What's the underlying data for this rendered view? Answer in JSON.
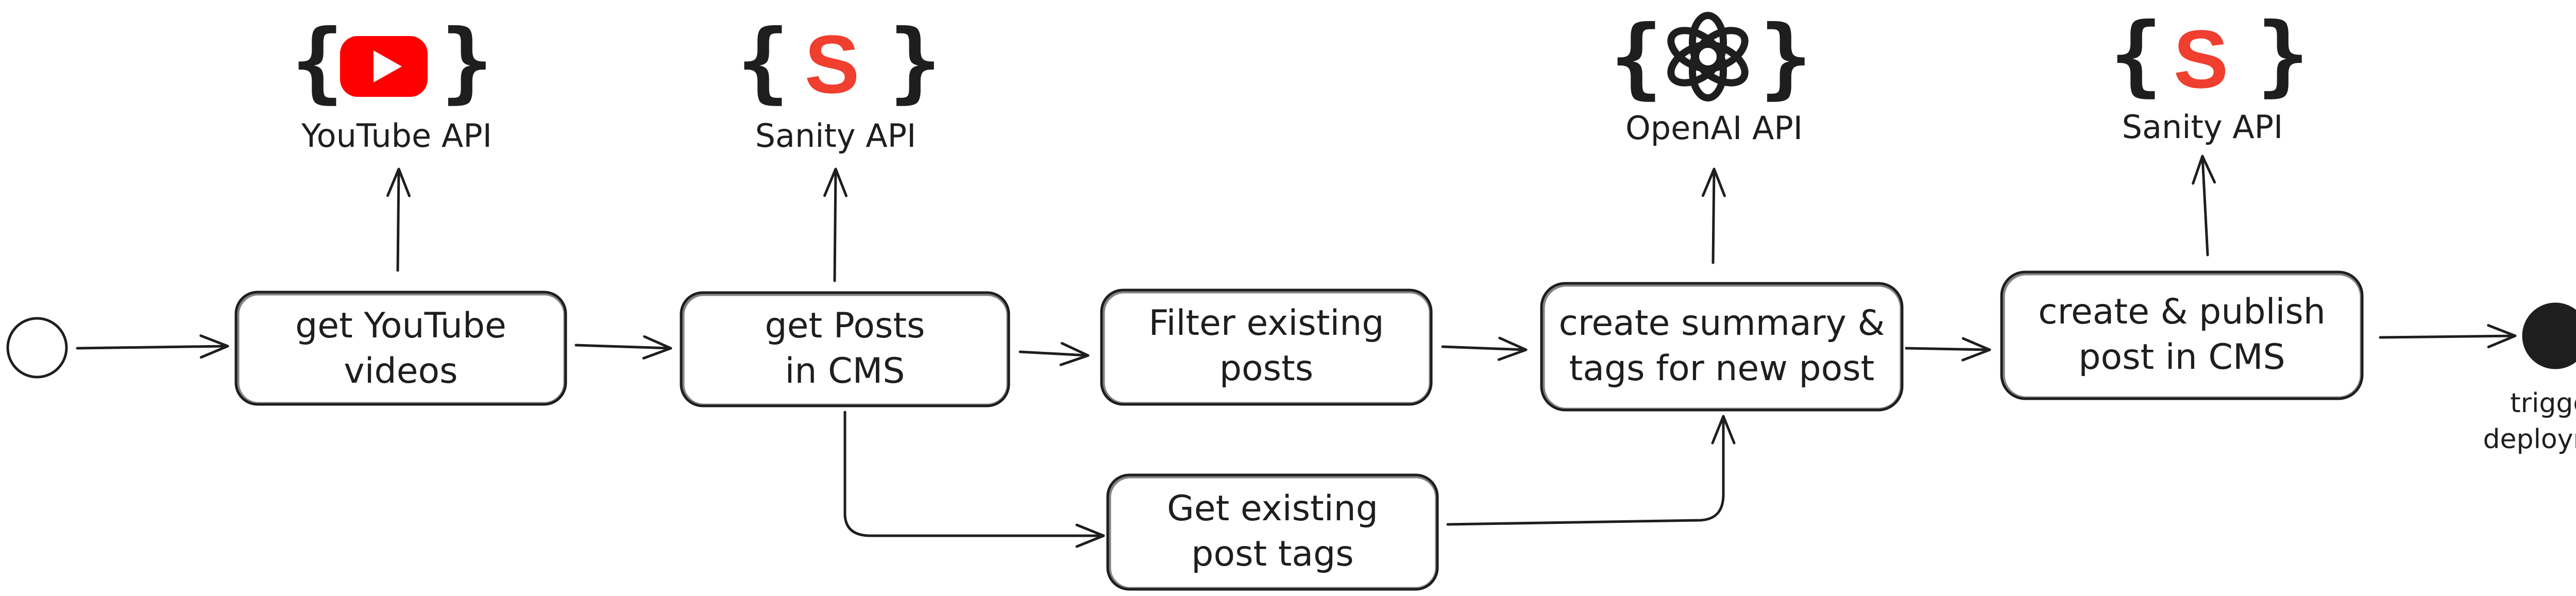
{
  "diagram": {
    "steps": [
      {
        "id": "get-youtube-videos",
        "lines": [
          "get YouTube",
          "videos"
        ]
      },
      {
        "id": "get-posts-in-cms",
        "lines": [
          "get Posts",
          "in CMS"
        ]
      },
      {
        "id": "filter-existing-posts",
        "lines": [
          "Filter existing",
          "posts"
        ]
      },
      {
        "id": "create-summary-tags",
        "lines": [
          "create summary &",
          "tags for new post"
        ]
      },
      {
        "id": "create-publish-post",
        "lines": [
          "create & publish",
          "post in CMS"
        ]
      },
      {
        "id": "get-existing-post-tags",
        "lines": [
          "Get existing",
          "post tags"
        ]
      }
    ],
    "apis": [
      {
        "id": "youtube-api",
        "label": "YouTube API",
        "icon": "youtube-icon"
      },
      {
        "id": "sanity-api-1",
        "label": "Sanity API",
        "icon": "sanity-icon",
        "letter": "S"
      },
      {
        "id": "openai-api",
        "label": "OpenAI API",
        "icon": "openai-icon"
      },
      {
        "id": "sanity-api-2",
        "label": "Sanity API",
        "icon": "sanity-icon",
        "letter": "S"
      }
    ],
    "end": {
      "lines": [
        "trigger",
        "deployment"
      ]
    },
    "colors": {
      "stroke": "#1e1e1e",
      "youtube_red": "#ff0000",
      "sanity_red": "#f03e2f",
      "end_fill": "#1e1e1e",
      "background": "#ffffff"
    }
  }
}
